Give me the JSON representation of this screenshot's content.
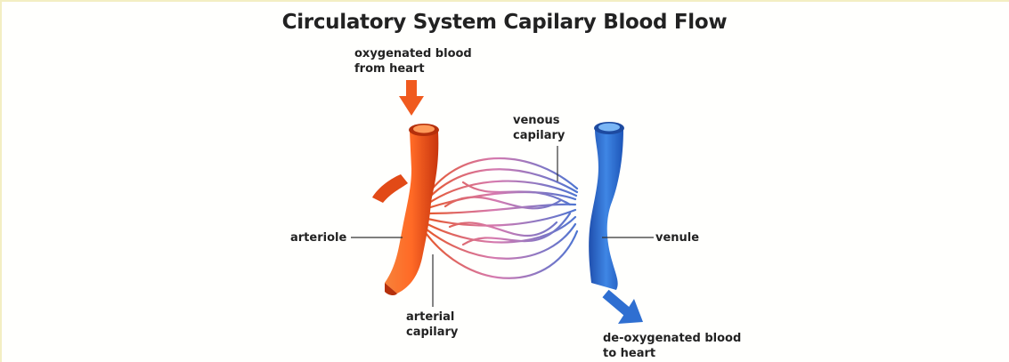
{
  "title": "Circulatory System Capilary Blood Flow",
  "labels": {
    "oxygenated": [
      "oxygenated blood",
      "from heart"
    ],
    "venous_capilary": [
      "venous",
      "capilary"
    ],
    "arteriole": "arteriole",
    "venule": "venule",
    "arterial_capilary": [
      "arterial",
      "capilary"
    ],
    "deoxygenated": [
      "de-oxygenated blood",
      "to heart"
    ]
  },
  "colors": {
    "artery": "#e8531c",
    "artery_light": "#f58a3c",
    "vein": "#2f6fd1",
    "vein_light": "#5aa0ee",
    "capillary_mid": "#c06bc0"
  }
}
